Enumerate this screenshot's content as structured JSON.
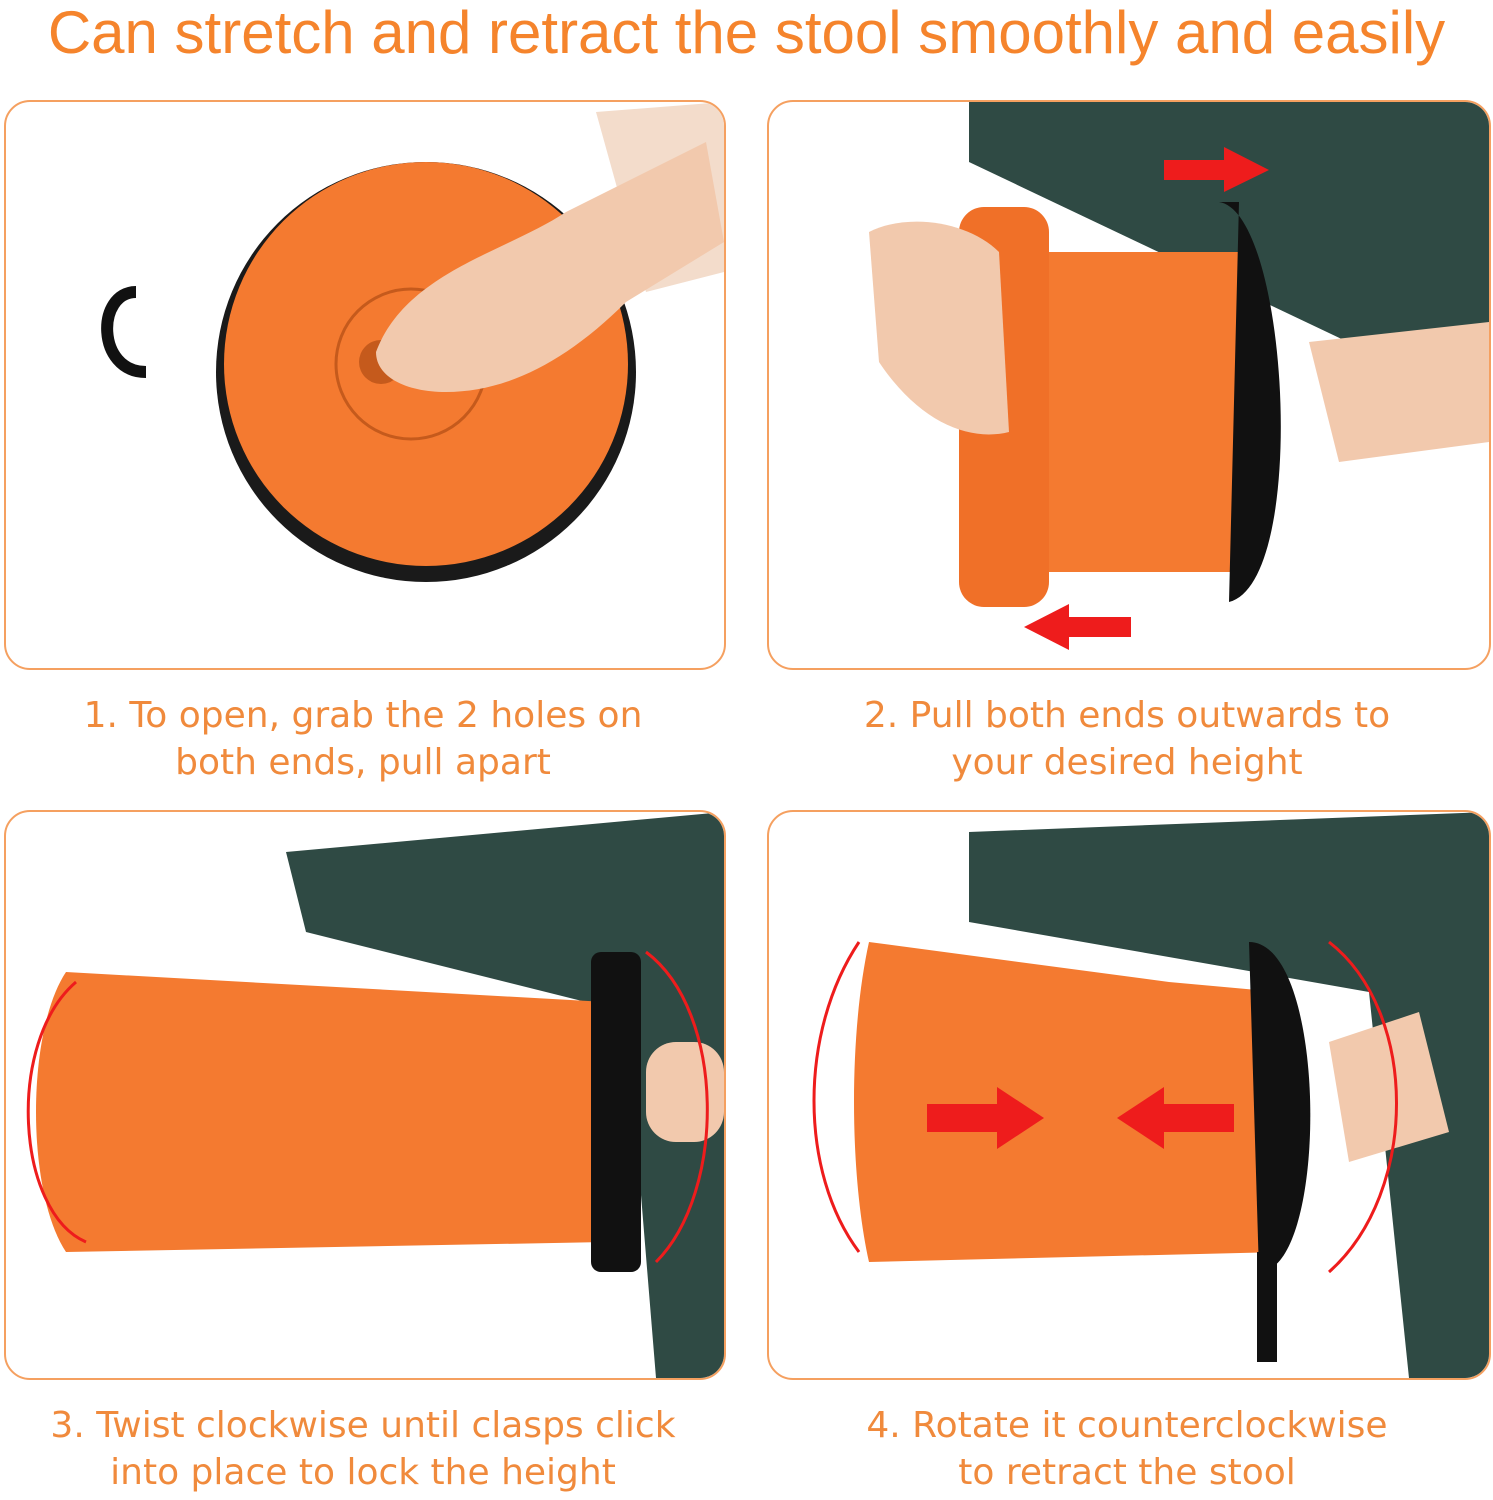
{
  "title": "Can stretch and retract the stool smoothly and easily",
  "steps": [
    {
      "line1": "1. To open, grab the 2 holes on",
      "line2": "both ends, pull apart"
    },
    {
      "line1": "2. Pull both ends outwards to",
      "line2": "your desired height"
    },
    {
      "line1": "3. Twist clockwise until clasps click",
      "line2": "into place to lock the height"
    },
    {
      "line1": "4. Rotate it counterclockwise",
      "line2": "to retract the stool"
    }
  ],
  "colors": {
    "accent": "#f5842c",
    "stool": "#f47a30",
    "arrow": "#ee1c1c",
    "sleeve": "#2f4a44"
  }
}
